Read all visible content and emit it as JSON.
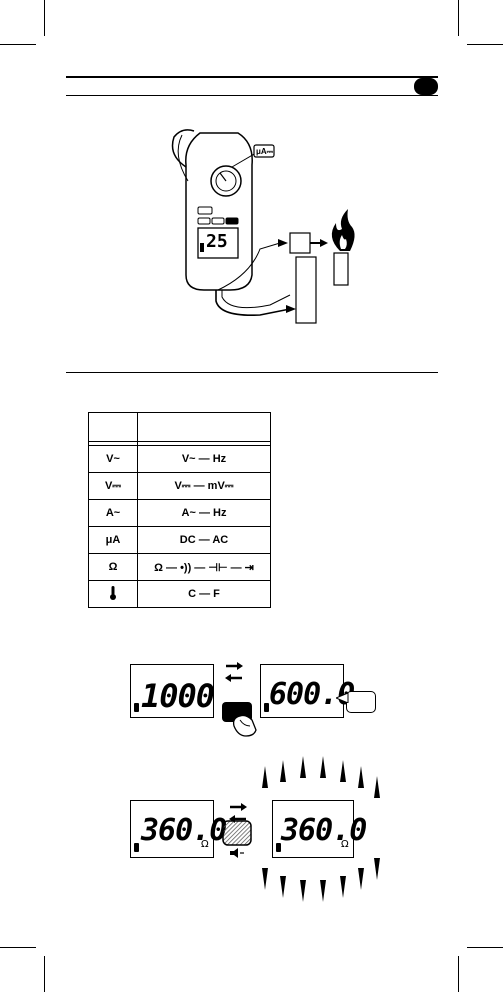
{
  "table": {
    "rows": [
      {
        "key": "V~",
        "values": "V~ — Hz"
      },
      {
        "key": "V⎓",
        "values": "V⎓ — mV⎓"
      },
      {
        "key": "A~",
        "values": "A~ — Hz"
      },
      {
        "key": "μA",
        "values": "DC — AC"
      },
      {
        "key": "Ω",
        "values": "Ω — •)) — ⊣⊢ — ⇥"
      },
      {
        "key": "thermometer",
        "values": "C — F"
      }
    ]
  },
  "device": {
    "lcd_reading": "25",
    "button_label": "μA⎓"
  },
  "displays": {
    "range_left": "1000",
    "range_right": "600.0",
    "hold_left": "360.0",
    "hold_right": "360.0",
    "ohm_unit": "Ω"
  },
  "colors": {
    "ink": "#000000",
    "page": "#ffffff",
    "hatch": "#555555"
  },
  "icons": [
    "swap-arrows-icon",
    "hand-press-icon",
    "battery-icon",
    "flame-icon",
    "thermometer-icon",
    "beep-icon"
  ]
}
